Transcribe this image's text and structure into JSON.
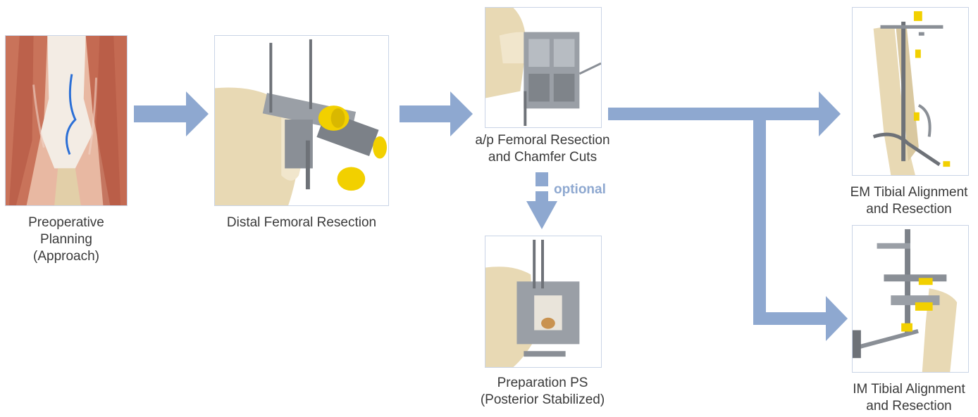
{
  "colors": {
    "arrow": "#8ea8d0",
    "panel_border": "#c9d4e6",
    "accent_yellow": "#f2d000",
    "bone": "#e8d9b4",
    "metal": "#9a9fa6"
  },
  "steps": {
    "preoperative": {
      "lines": [
        "Preoperative",
        "Planning",
        "(Approach)"
      ]
    },
    "distal": {
      "lines": [
        "Distal Femoral Resection"
      ]
    },
    "ap": {
      "lines": [
        "a/p Femoral Resection",
        "and Chamfer Cuts"
      ]
    },
    "ps": {
      "lines": [
        "Preparation PS",
        "(Posterior Stabilized)"
      ]
    },
    "em": {
      "lines": [
        "EM Tibial Alignment",
        "and Resection"
      ]
    },
    "im": {
      "lines": [
        "IM Tibial Alignment",
        "and Resection"
      ]
    }
  },
  "optional_label": "optional",
  "icons": {
    "preoperative": "knee-anatomy-illustration",
    "distal": "distal-femoral-cutting-guide",
    "ap": "ap-femoral-cutting-block",
    "ps": "ps-box-cutting-guide",
    "em": "extramedullary-tibial-guide",
    "im": "intramedullary-tibial-guide"
  }
}
